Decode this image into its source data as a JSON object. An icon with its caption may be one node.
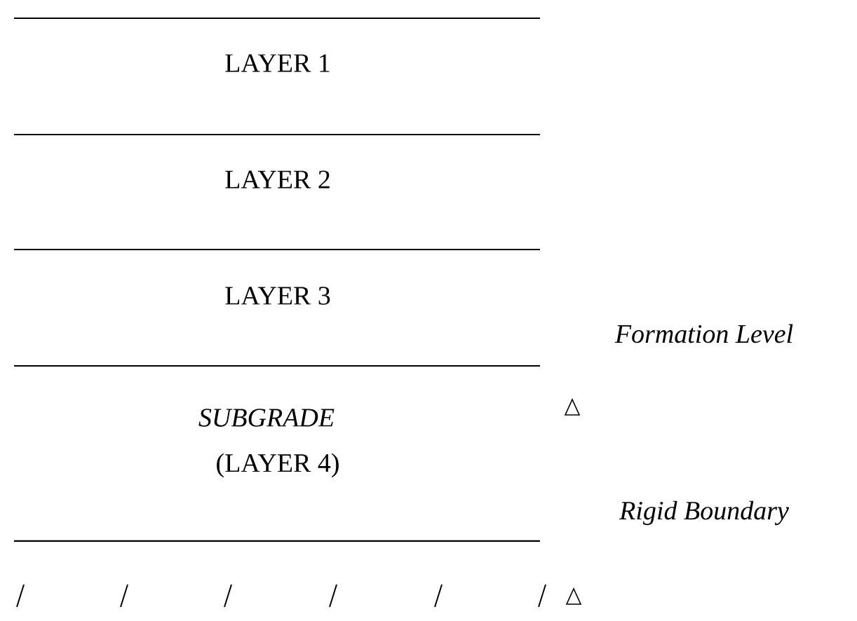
{
  "diagram": {
    "nodes": [
      {
        "text": [
          "LAYER 1"
        ]
      },
      {
        "text": [
          "LAYER 2"
        ]
      },
      {
        "text": [
          "LAYER 3"
        ]
      },
      {
        "text": [
          "SUBGRADE",
          "(LAYER 4)"
        ]
      }
    ],
    "labels": [
      "Formation Level",
      "Rigid Boundary"
    ]
  }
}
